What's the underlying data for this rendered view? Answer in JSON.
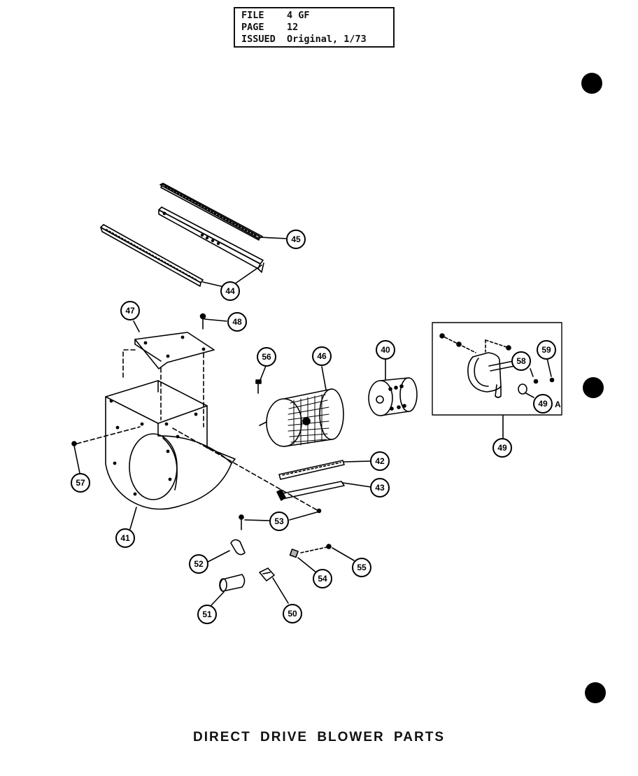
{
  "stamp": {
    "file_label": "FILE",
    "file_value": "4 GF",
    "page_label": "PAGE",
    "page_value": "12",
    "issued_label": "ISSUED",
    "issued_value": "Original, 1/73"
  },
  "title": "DIRECT DRIVE BLOWER PARTS",
  "callouts": {
    "c40": "40",
    "c41": "41",
    "c42": "42",
    "c43": "43",
    "c44": "44",
    "c45": "45",
    "c46": "46",
    "c47": "47",
    "c48": "48",
    "c49": "49",
    "c49a": "49",
    "c49a_suffix": "A",
    "c50": "50",
    "c51": "51",
    "c52": "52",
    "c53": "53",
    "c54": "54",
    "c55": "55",
    "c56": "56",
    "c57": "57",
    "c58": "58",
    "c59": "59"
  }
}
